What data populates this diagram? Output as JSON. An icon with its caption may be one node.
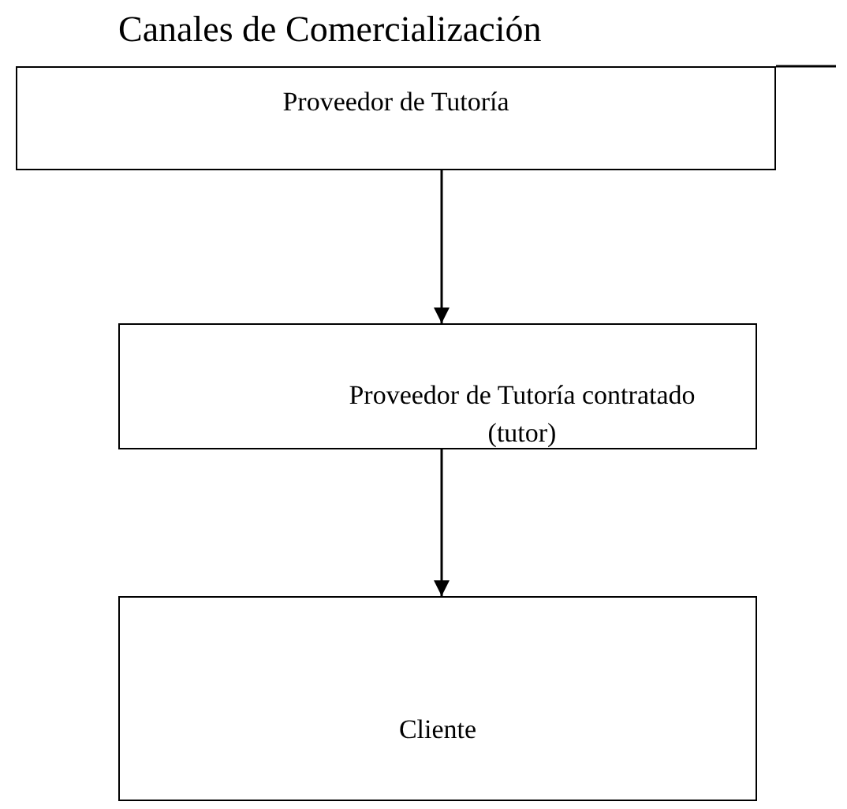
{
  "diagram": {
    "title": "Canales de Comercialización",
    "nodes": [
      {
        "text": [
          "Proveedor de Tutoría"
        ]
      },
      {
        "text": [
          "Proveedor de Tutoría contratado (tutor)"
        ]
      },
      {
        "text": [
          "Cliente"
        ]
      }
    ],
    "edges": [
      {
        "from": 0,
        "to": 1,
        "arrow": "to"
      },
      {
        "from": 1,
        "to": 2,
        "arrow": "to"
      }
    ]
  }
}
